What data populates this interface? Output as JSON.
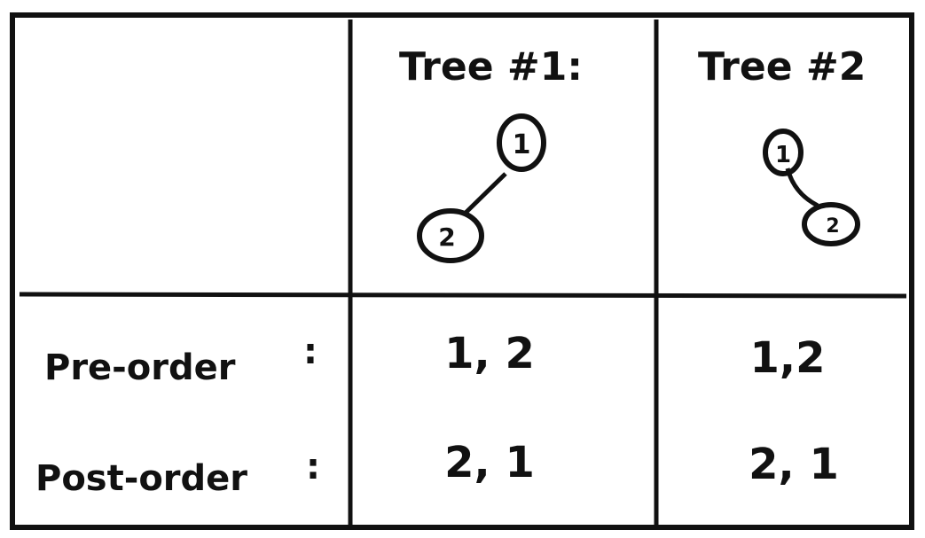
{
  "table": {
    "columns": [
      "Tree #1:",
      "Tree #2"
    ],
    "rows": [
      {
        "label": "Pre-order",
        "sep": ":",
        "tree1": "1, 2",
        "tree2": "1,2"
      },
      {
        "label": "Post-order",
        "sep": ":",
        "tree1": "2, 1",
        "tree2": "2, 1"
      }
    ]
  },
  "trees": [
    {
      "nodes": [
        "1",
        "2"
      ],
      "child_side": "left"
    },
    {
      "nodes": [
        "1",
        "2"
      ],
      "child_side": "right"
    }
  ],
  "colors": {
    "ink": "#111111",
    "background": "#ffffff"
  }
}
